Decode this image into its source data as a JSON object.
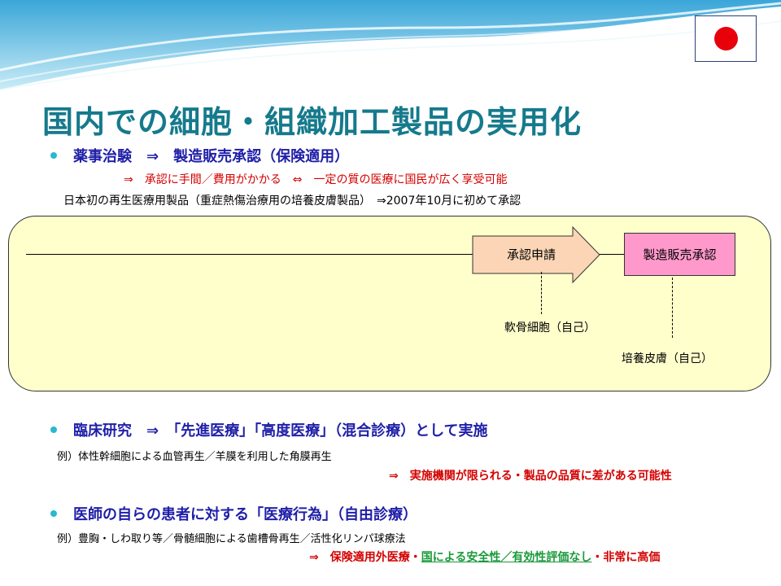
{
  "title": "国内での細胞・組織加工製品の実用化",
  "icons": {
    "flag": "japan-flag-icon",
    "bullet": "bullet-dot-icon"
  },
  "colors": {
    "title": "#157a8c",
    "heading": "#1f1fa8",
    "note": "#d40000",
    "highlight": "#1a9a3a",
    "panel": "#ffffcc",
    "box": "#ff99cc"
  },
  "section1": {
    "heading": "薬事治験　⇒　製造販売承認（保険適用）",
    "note": "⇒　承認に手間／費用がかかる　⇔　一定の質の医療に国民が広く享受可能",
    "detail": "日本初の再生医療用製品（重症熱傷治療用の培養皮膚製品）　⇒2007年10月に初めて承認"
  },
  "diagram": {
    "arrow_label": "承認申請",
    "box_label": "製造販売承認",
    "label_cartilage": "軟骨細胞（自己）",
    "label_skin": "培養皮膚（自己）"
  },
  "section2": {
    "heading": "臨床研究　⇒　「先進医療」「高度医療」（混合診療）として実施",
    "example": "例）体性幹細胞による血管再生／羊膜を利用した角膜再生",
    "note": "⇒　実施機関が限られる・製品の品質に差がある可能性"
  },
  "section3": {
    "heading": "医師の自らの患者に対する「医療行為」（自由診療）",
    "example": "例）豊胸・しわ取り等／骨髄細胞による歯槽骨再生／活性化リンパ球療法",
    "note_prefix": "⇒　保険適用外医療・",
    "note_highlight": "国による安全性／有効性評価なし",
    "note_suffix": "・非常に高価"
  }
}
